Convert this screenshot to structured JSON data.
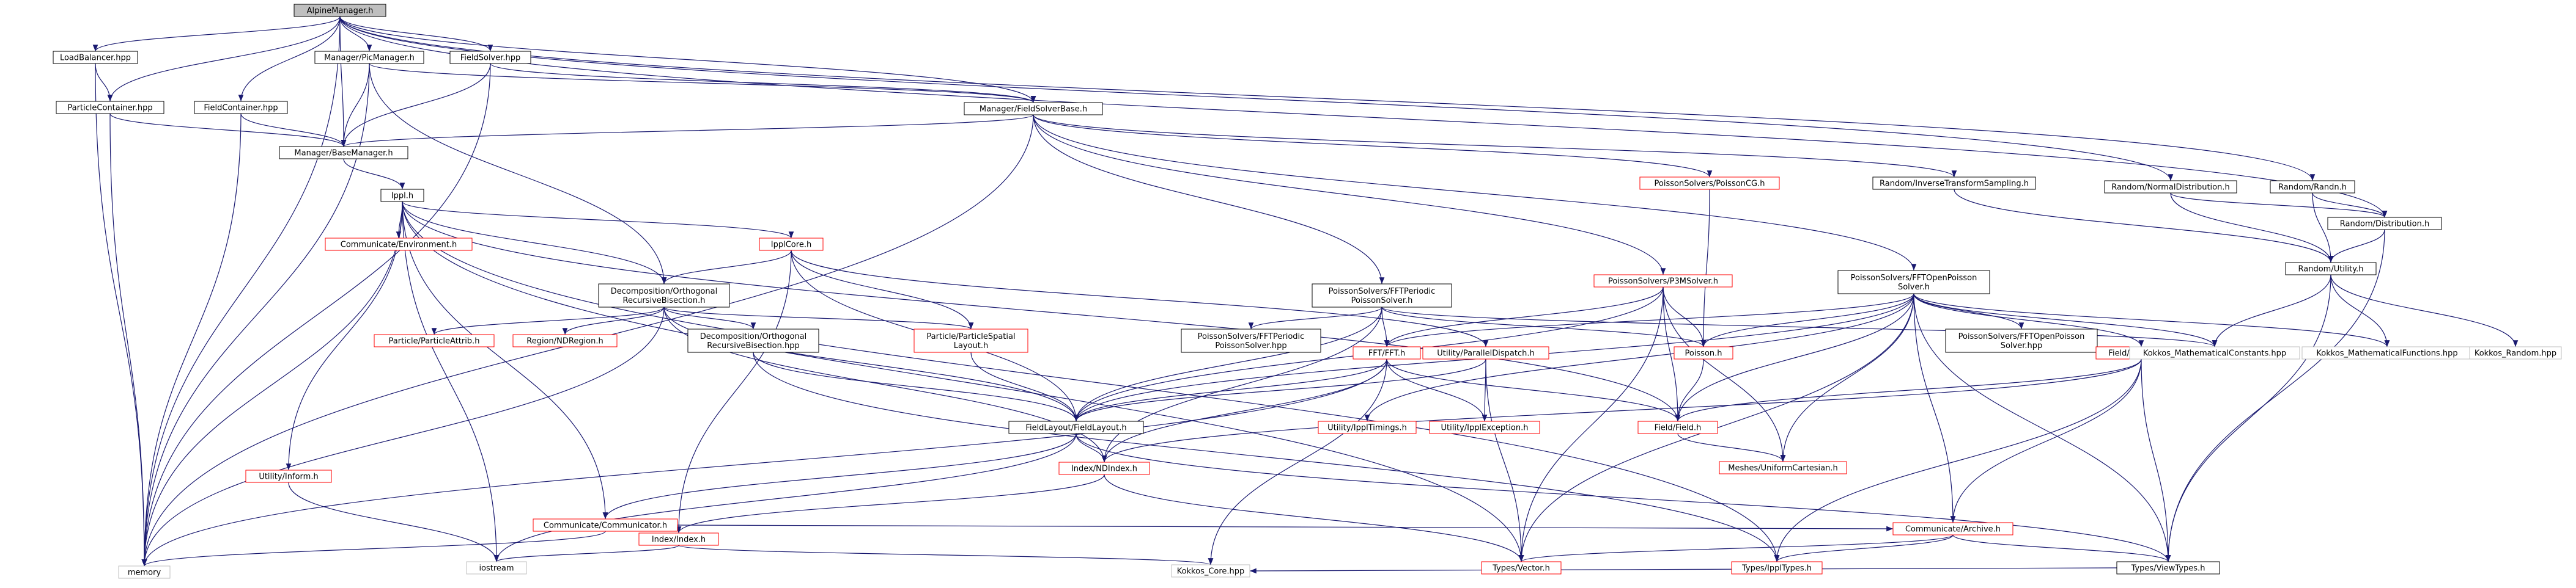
{
  "colors": {
    "edge": "#191970",
    "root_fill": "#bfbfbf",
    "node_text": "#000000",
    "red_text": "#ff0000",
    "gray_border": "#bfbfbf"
  },
  "nodes": [
    {
      "id": "alpine",
      "label": "AlpineManager.h",
      "style": "root"
    },
    {
      "id": "loadbal",
      "label": "LoadBalancer.hpp",
      "style": "black"
    },
    {
      "id": "picmgr",
      "label": "Manager/PicManager.h",
      "style": "black"
    },
    {
      "id": "fieldsolver",
      "label": "FieldSolver.hpp",
      "style": "black"
    },
    {
      "id": "particlecont",
      "label": "ParticleContainer.hpp",
      "style": "black"
    },
    {
      "id": "fieldcont",
      "label": "FieldContainer.hpp",
      "style": "black"
    },
    {
      "id": "fsbase",
      "label": "Manager/FieldSolverBase.h",
      "style": "black"
    },
    {
      "id": "basemgr",
      "label": "Manager/BaseManager.h",
      "style": "black"
    },
    {
      "id": "ippl",
      "label": "Ippl.h",
      "style": "black"
    },
    {
      "id": "commenv",
      "label": "Communicate/Environment.h",
      "style": "red"
    },
    {
      "id": "ipplcore",
      "label": "IpplCore.h",
      "style": "red"
    },
    {
      "id": "decomp",
      "label": [
        "Decomposition/Orthogonal",
        "RecursiveBisection.h"
      ],
      "style": "black"
    },
    {
      "id": "particleattrib",
      "label": "Particle/ParticleAttrib.h",
      "style": "red"
    },
    {
      "id": "ndregion",
      "label": "Region/NDRegion.h",
      "style": "red"
    },
    {
      "id": "decomphpp",
      "label": [
        "Decomposition/Orthogonal",
        "RecursiveBisection.hpp"
      ],
      "style": "black"
    },
    {
      "id": "partspatial",
      "label": [
        "Particle/ParticleSpatial",
        "Layout.h"
      ],
      "style": "red"
    },
    {
      "id": "utilinform",
      "label": "Utility/Inform.h",
      "style": "red"
    },
    {
      "id": "memory",
      "label": "memory",
      "style": "gray"
    },
    {
      "id": "iostream",
      "label": "iostream",
      "style": "gray"
    },
    {
      "id": "commcomm",
      "label": "Communicate/Communicator.h",
      "style": "red"
    },
    {
      "id": "indexh",
      "label": "Index/Index.h",
      "style": "red"
    },
    {
      "id": "kokkoscore",
      "label": "Kokkos_Core.hpp",
      "style": "gray"
    },
    {
      "id": "fieldlayout",
      "label": "FieldLayout/FieldLayout.h",
      "style": "black"
    },
    {
      "id": "ndindex",
      "label": "Index/NDIndex.h",
      "style": "red"
    },
    {
      "id": "typesvector",
      "label": "Types/Vector.h",
      "style": "red"
    },
    {
      "id": "commarchive",
      "label": "Communicate/Archive.h",
      "style": "red"
    },
    {
      "id": "fftperiodic",
      "label": [
        "PoissonSolvers/FFTPeriodic",
        "PoissonSolver.h"
      ],
      "style": "black"
    },
    {
      "id": "fftperiodichpp",
      "label": [
        "PoissonSolvers/FFTPeriodic",
        "PoissonSolver.hpp"
      ],
      "style": "black"
    },
    {
      "id": "fftfft",
      "label": "FFT/FFT.h",
      "style": "red"
    },
    {
      "id": "utilpardisp",
      "label": "Utility/ParallelDispatch.h",
      "style": "red"
    },
    {
      "id": "poissoncg",
      "label": "PoissonSolvers/PoissonCG.h",
      "style": "red"
    },
    {
      "id": "p3m",
      "label": "PoissonSolvers/P3MSolver.h",
      "style": "red"
    },
    {
      "id": "poissonh",
      "label": "Poisson.h",
      "style": "red"
    },
    {
      "id": "utiltimings",
      "label": "Utility/IpplTimings.h",
      "style": "red"
    },
    {
      "id": "utilexception",
      "label": "Utility/IpplException.h",
      "style": "red"
    },
    {
      "id": "fieldfield",
      "label": "Field/Field.h",
      "style": "red"
    },
    {
      "id": "meshes",
      "label": "Meshes/UniformCartesian.h",
      "style": "red"
    },
    {
      "id": "typesippl",
      "label": "Types/IpplTypes.h",
      "style": "red"
    },
    {
      "id": "invtransform",
      "label": "Random/InverseTransformSampling.h",
      "style": "black"
    },
    {
      "id": "fftopen",
      "label": [
        "PoissonSolvers/FFTOpenPoisson",
        "Solver.h"
      ],
      "style": "black"
    },
    {
      "id": "fftopenhpp",
      "label": [
        "PoissonSolvers/FFTOpenPoisson",
        "Solver.hpp"
      ],
      "style": "black"
    },
    {
      "id": "halocells",
      "label": "Field/HaloCells.h",
      "style": "red"
    },
    {
      "id": "kokkosmathconst",
      "label": "Kokkos_MathematicalConstants.hpp",
      "style": "gray"
    },
    {
      "id": "kokkosmathfunc",
      "label": "Kokkos_MathematicalFunctions.hpp",
      "style": "gray"
    },
    {
      "id": "kokkosrandom",
      "label": "Kokkos_Random.hpp",
      "style": "gray"
    },
    {
      "id": "randnormal",
      "label": "Random/NormalDistribution.h",
      "style": "black"
    },
    {
      "id": "randn",
      "label": "Random/Randn.h",
      "style": "black"
    },
    {
      "id": "randdist",
      "label": "Random/Distribution.h",
      "style": "black"
    },
    {
      "id": "randutil",
      "label": "Random/Utility.h",
      "style": "black"
    },
    {
      "id": "typesview",
      "label": "Types/ViewTypes.h",
      "style": "black"
    }
  ],
  "edges": [
    [
      "alpine",
      "memory"
    ],
    [
      "alpine",
      "loadbal"
    ],
    [
      "alpine",
      "particlecont"
    ],
    [
      "alpine",
      "picmgr"
    ],
    [
      "alpine",
      "fieldcont"
    ],
    [
      "alpine",
      "basemgr"
    ],
    [
      "alpine",
      "fieldsolver"
    ],
    [
      "alpine",
      "fsbase"
    ],
    [
      "alpine",
      "randnormal"
    ],
    [
      "alpine",
      "randn"
    ],
    [
      "alpine",
      "randdist"
    ],
    [
      "loadbal",
      "particlecont"
    ],
    [
      "loadbal",
      "memory"
    ],
    [
      "picmgr",
      "basemgr"
    ],
    [
      "picmgr",
      "fsbase"
    ],
    [
      "picmgr",
      "memory"
    ],
    [
      "picmgr",
      "decomp"
    ],
    [
      "fieldsolver",
      "basemgr"
    ],
    [
      "fieldsolver",
      "fsbase"
    ],
    [
      "fieldsolver",
      "memory"
    ],
    [
      "particlecont",
      "basemgr"
    ],
    [
      "particlecont",
      "memory"
    ],
    [
      "fieldcont",
      "basemgr"
    ],
    [
      "fieldcont",
      "memory"
    ],
    [
      "fsbase",
      "basemgr"
    ],
    [
      "fsbase",
      "memory"
    ],
    [
      "fsbase",
      "poissoncg"
    ],
    [
      "fsbase",
      "invtransform"
    ],
    [
      "fsbase",
      "fftperiodic"
    ],
    [
      "fsbase",
      "p3m"
    ],
    [
      "fsbase",
      "fftopen"
    ],
    [
      "basemgr",
      "ippl"
    ],
    [
      "ippl",
      "commenv"
    ],
    [
      "ippl",
      "ipplcore"
    ],
    [
      "ippl",
      "utilinform"
    ],
    [
      "ippl",
      "memory"
    ],
    [
      "ippl",
      "iostream"
    ],
    [
      "ippl",
      "commcomm"
    ],
    [
      "ippl",
      "decomp"
    ],
    [
      "ippl",
      "typesvector"
    ],
    [
      "ippl",
      "fieldfield"
    ],
    [
      "ippl",
      "typesippl"
    ],
    [
      "ipplcore",
      "decomp"
    ],
    [
      "ipplcore",
      "partspatial"
    ],
    [
      "ipplcore",
      "utilpardisp"
    ],
    [
      "ipplcore",
      "fieldlayout"
    ],
    [
      "ipplcore",
      "indexh"
    ],
    [
      "decomp",
      "particleattrib"
    ],
    [
      "decomp",
      "ndregion"
    ],
    [
      "decomp",
      "decomphpp"
    ],
    [
      "decomp",
      "partspatial"
    ],
    [
      "decomp",
      "fieldlayout"
    ],
    [
      "decomp",
      "ndindex"
    ],
    [
      "decomp",
      "memory"
    ],
    [
      "decomphpp",
      "fieldlayout"
    ],
    [
      "decomphpp",
      "typesippl"
    ],
    [
      "partspatial",
      "fieldlayout"
    ],
    [
      "utilinform",
      "iostream"
    ],
    [
      "fieldlayout",
      "commcomm"
    ],
    [
      "fieldlayout",
      "ndindex"
    ],
    [
      "fieldlayout",
      "iostream"
    ],
    [
      "fieldlayout",
      "typesview"
    ],
    [
      "commcomm",
      "memory"
    ],
    [
      "commcomm",
      "commarchive"
    ],
    [
      "ndindex",
      "indexh"
    ],
    [
      "ndindex",
      "typesvector"
    ],
    [
      "indexh",
      "iostream"
    ],
    [
      "indexh",
      "kokkoscore"
    ],
    [
      "commarchive",
      "typesvector"
    ],
    [
      "commarchive",
      "typesippl"
    ],
    [
      "commarchive",
      "typesview"
    ],
    [
      "fftperiodic",
      "fftperiodichpp"
    ],
    [
      "fftperiodic",
      "fftfft"
    ],
    [
      "fftperiodic",
      "fieldlayout"
    ],
    [
      "fftperiodic",
      "ndindex"
    ],
    [
      "fftperiodic",
      "poissonh"
    ],
    [
      "fftperiodic",
      "kokkosmathconst"
    ],
    [
      "fftfft",
      "fieldlayout"
    ],
    [
      "fftfft",
      "utilexception"
    ],
    [
      "fftfft",
      "fieldfield"
    ],
    [
      "fftfft",
      "kokkoscore"
    ],
    [
      "fftfft",
      "memory"
    ],
    [
      "fftfft",
      "ndindex"
    ],
    [
      "utilpardisp",
      "utilexception"
    ],
    [
      "utilpardisp",
      "typesvector"
    ],
    [
      "utilpardisp",
      "fieldlayout"
    ],
    [
      "poissoncg",
      "poissonh"
    ],
    [
      "p3m",
      "fftfft"
    ],
    [
      "p3m",
      "poissonh"
    ],
    [
      "p3m",
      "fieldfield"
    ],
    [
      "p3m",
      "meshes"
    ],
    [
      "p3m",
      "typesvector"
    ],
    [
      "p3m",
      "fieldlayout"
    ],
    [
      "poissonh",
      "fieldfield"
    ],
    [
      "fieldfield",
      "meshes"
    ],
    [
      "invtransform",
      "randutil"
    ],
    [
      "fftopen",
      "fftopenhpp"
    ],
    [
      "fftopen",
      "fftfft"
    ],
    [
      "fftopen",
      "halocells"
    ],
    [
      "fftopen",
      "kokkosmathconst"
    ],
    [
      "fftopen",
      "kokkosmathfunc"
    ],
    [
      "fftopen",
      "poissonh"
    ],
    [
      "fftopen",
      "fieldfield"
    ],
    [
      "fftopen",
      "meshes"
    ],
    [
      "fftopen",
      "commarchive"
    ],
    [
      "fftopen",
      "typesvector"
    ],
    [
      "fftopen",
      "utiltimings"
    ],
    [
      "fftopen",
      "fieldlayout"
    ],
    [
      "fftopen",
      "typesview"
    ],
    [
      "halocells",
      "fieldfield"
    ],
    [
      "halocells",
      "ndindex"
    ],
    [
      "halocells",
      "commarchive"
    ],
    [
      "halocells",
      "typesview"
    ],
    [
      "halocells",
      "typesippl"
    ],
    [
      "randnormal",
      "randdist"
    ],
    [
      "randnormal",
      "randutil"
    ],
    [
      "randn",
      "randdist"
    ],
    [
      "randn",
      "randutil"
    ],
    [
      "randdist",
      "randutil"
    ],
    [
      "randdist",
      "typesview"
    ],
    [
      "randutil",
      "kokkosmathconst"
    ],
    [
      "randutil",
      "kokkosmathfunc"
    ],
    [
      "randutil",
      "kokkosrandom"
    ],
    [
      "randutil",
      "typesview"
    ],
    [
      "typesview",
      "kokkoscore"
    ]
  ]
}
